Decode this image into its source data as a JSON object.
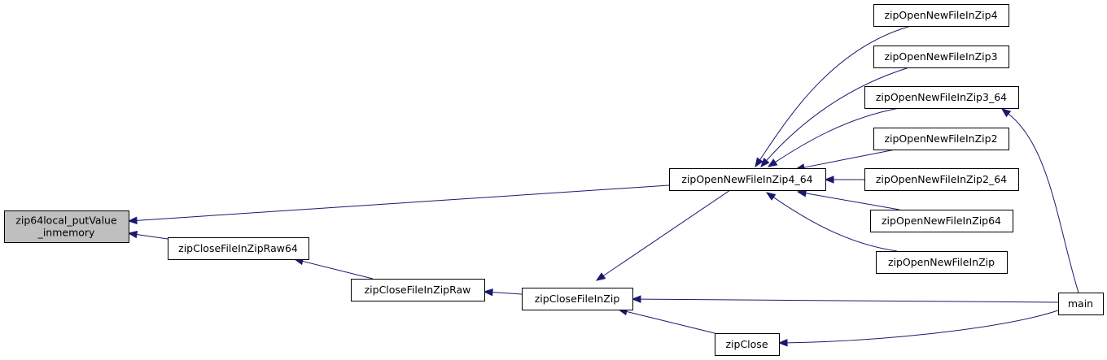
{
  "diagram": {
    "colors": {
      "edge": "#191970",
      "node_fill": "#ffffff",
      "root_fill": "#bfbfbf",
      "border": "#000000",
      "background": "#ffffff"
    },
    "nodes": [
      {
        "id": "zip64local_putValue_inmemory",
        "lines": [
          "zip64local_putValue",
          "_inmemory"
        ],
        "root": true
      },
      {
        "id": "zipOpenNewFileInZip4_64",
        "lines": [
          "zipOpenNewFileInZip4_64"
        ]
      },
      {
        "id": "zipCloseFileInZipRaw64",
        "lines": [
          "zipCloseFileInZipRaw64"
        ]
      },
      {
        "id": "zipCloseFileInZipRaw",
        "lines": [
          "zipCloseFileInZipRaw"
        ]
      },
      {
        "id": "zipCloseFileInZip",
        "lines": [
          "zipCloseFileInZip"
        ]
      },
      {
        "id": "zipClose",
        "lines": [
          "zipClose"
        ]
      },
      {
        "id": "zipOpenNewFileInZip4",
        "lines": [
          "zipOpenNewFileInZip4"
        ]
      },
      {
        "id": "zipOpenNewFileInZip3",
        "lines": [
          "zipOpenNewFileInZip3"
        ]
      },
      {
        "id": "zipOpenNewFileInZip3_64",
        "lines": [
          "zipOpenNewFileInZip3_64"
        ]
      },
      {
        "id": "zipOpenNewFileInZip2",
        "lines": [
          "zipOpenNewFileInZip2"
        ]
      },
      {
        "id": "zipOpenNewFileInZip2_64",
        "lines": [
          "zipOpenNewFileInZip2_64"
        ]
      },
      {
        "id": "zipOpenNewFileInZip64",
        "lines": [
          "zipOpenNewFileInZip64"
        ]
      },
      {
        "id": "zipOpenNewFileInZip",
        "lines": [
          "zipOpenNewFileInZip"
        ]
      },
      {
        "id": "main",
        "lines": [
          "main"
        ]
      }
    ],
    "edges": [
      {
        "from": "zip64local_putValue_inmemory",
        "to": "zipOpenNewFileInZip4_64"
      },
      {
        "from": "zip64local_putValue_inmemory",
        "to": "zipCloseFileInZipRaw64"
      },
      {
        "from": "zipCloseFileInZipRaw64",
        "to": "zipCloseFileInZipRaw"
      },
      {
        "from": "zipCloseFileInZipRaw",
        "to": "zipCloseFileInZip"
      },
      {
        "from": "zipOpenNewFileInZip4_64",
        "to": "zipCloseFileInZip"
      },
      {
        "from": "zipOpenNewFileInZip4_64",
        "to": "zipOpenNewFileInZip4"
      },
      {
        "from": "zipOpenNewFileInZip4_64",
        "to": "zipOpenNewFileInZip3"
      },
      {
        "from": "zipOpenNewFileInZip4_64",
        "to": "zipOpenNewFileInZip3_64"
      },
      {
        "from": "zipOpenNewFileInZip4_64",
        "to": "zipOpenNewFileInZip2"
      },
      {
        "from": "zipOpenNewFileInZip4_64",
        "to": "zipOpenNewFileInZip2_64"
      },
      {
        "from": "zipOpenNewFileInZip4_64",
        "to": "zipOpenNewFileInZip64"
      },
      {
        "from": "zipOpenNewFileInZip4_64",
        "to": "zipOpenNewFileInZip"
      },
      {
        "from": "zipOpenNewFileInZip3_64",
        "to": "main"
      },
      {
        "from": "zipCloseFileInZip",
        "to": "main"
      },
      {
        "from": "zipCloseFileInZip",
        "to": "zipClose"
      },
      {
        "from": "zipClose",
        "to": "main"
      }
    ]
  }
}
